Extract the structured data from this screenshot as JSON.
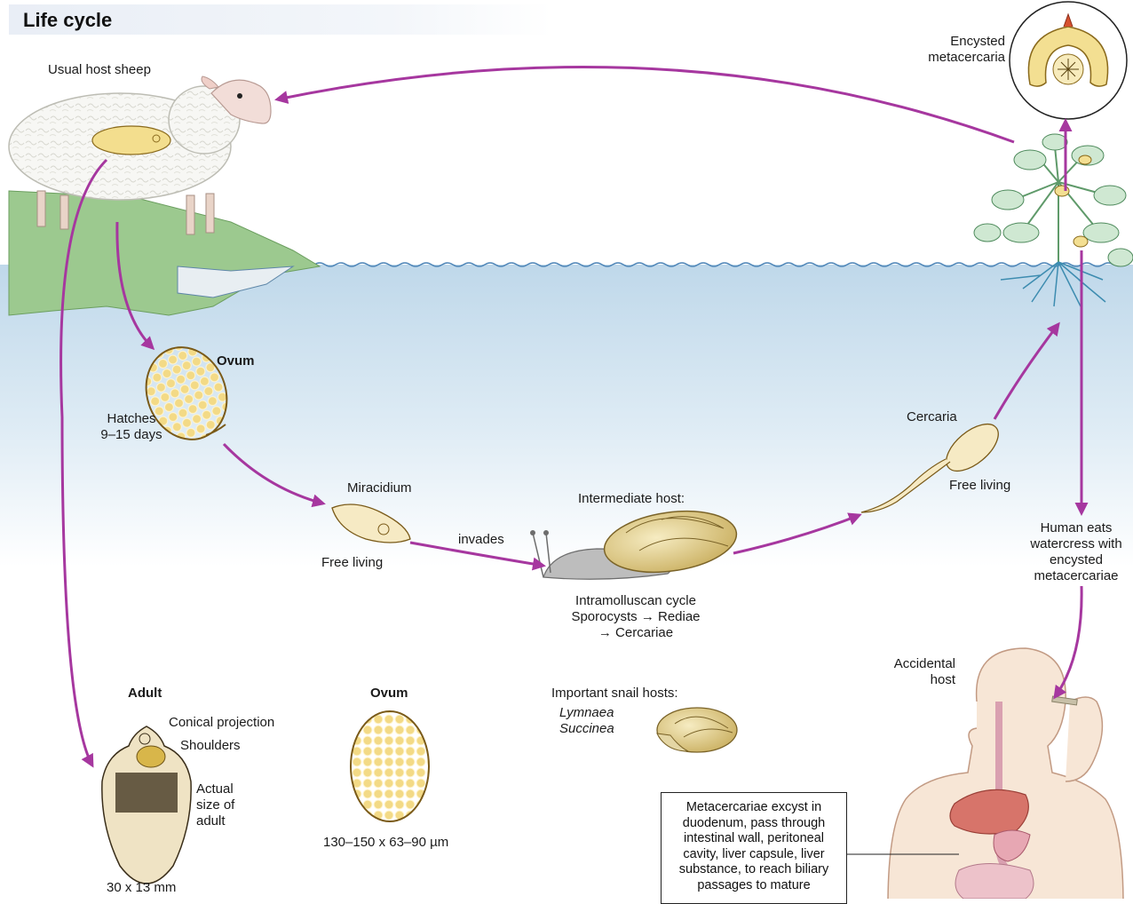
{
  "title": "Life cycle",
  "labels": {
    "usual_host": "Usual host sheep",
    "encysted_line1": "Encysted",
    "encysted_line2": "metacercaria",
    "ovum_top": "Ovum",
    "hatches_line1": "Hatches",
    "hatches_line2": "9–15 days",
    "miracidium": "Miracidium",
    "miracidium_free": "Free living",
    "invades": "invades",
    "intermediate_host": "Intermediate host:",
    "intramolluscan_line1": "Intramolluscan cycle",
    "intramolluscan_line2": "Sporocysts → Rediae",
    "intramolluscan_line3": "→ Cercariae",
    "cercaria": "Cercaria",
    "cercaria_free": "Free living",
    "human_eats_line1": "Human eats",
    "human_eats_line2": "watercress with",
    "human_eats_line3": "encysted",
    "human_eats_line4": "metacercariae",
    "accidental_line1": "Accidental",
    "accidental_line2": "host",
    "adult": "Adult",
    "conical": "Conical projection",
    "shoulders": "Shoulders",
    "actual_line1": "Actual",
    "actual_line2": "size of",
    "actual_line3": "adult",
    "adult_size": "30 x 13 mm",
    "ovum_bottom": "Ovum",
    "ovum_size": "130–150 x 63–90 µm",
    "snail_hosts": "Important snail hosts:",
    "snail_1": "Lymnaea",
    "snail_2": "Succinea"
  },
  "note": {
    "lines": [
      "Metacercariae excyst in",
      "duodenum, pass through",
      "intestinal wall, peritoneal",
      "cavity, liver capsule, liver",
      "substance, to reach biliary",
      "passages to mature"
    ]
  },
  "colors": {
    "arrow": "#a6379f",
    "water": "#cfe2ef",
    "grass": "#9cc98f",
    "egg": "#f1dc8f",
    "egg_outline": "#8a6a1c",
    "snail": "#e6d79a",
    "liver": "#d7746a",
    "skin": "#f7e6d6"
  },
  "icons": {
    "sheep": "sheep-illustration",
    "watercress": "watercress-plant",
    "snail": "snail-illustration",
    "human": "human-torso-illustration"
  }
}
